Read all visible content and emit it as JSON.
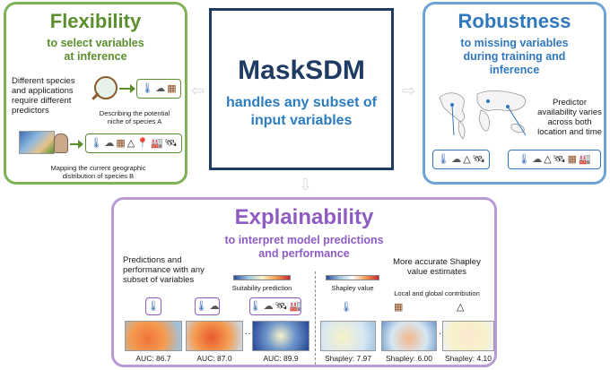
{
  "center": {
    "title": "MaskSDM",
    "subtitle_line1": "handles any subset of",
    "subtitle_line2": "input variables"
  },
  "flexibility": {
    "title": "Flexibility",
    "subtitle_line1": "to select variables",
    "subtitle_line2": "at inference",
    "left_text": [
      "Different species",
      "and applications",
      "require different",
      "predictors"
    ],
    "niche_caption_line1": "Describing the potential",
    "niche_caption_line2": "niche of species A",
    "map_caption_line1": "Mapping the current geographic",
    "map_caption_line2": "distribution of species B"
  },
  "robustness": {
    "title": "Robustness",
    "subtitle_line1": "to missing variables",
    "subtitle_line2": "during training and",
    "subtitle_line3": "inference",
    "text": [
      "Predictor",
      "availability varies",
      "across both",
      "location and time"
    ]
  },
  "explainability": {
    "title": "Explainability",
    "subtitle_line1": "to interpret model predictions",
    "subtitle_line2": "and performance",
    "left_text": [
      "Predictions and",
      "performance with any",
      "subset of variables"
    ],
    "suitability_label": "Suitability prediction",
    "shapley_label": "Shapley value",
    "right_text_line1": "More accurate Shapley",
    "right_text_line2": "value estimates",
    "contrib_label": "Local and global contribution",
    "ellipsis": "···",
    "auc": [
      "AUC: 86.7",
      "AUC: 87.0",
      "AUC: 89.9"
    ],
    "shapley": [
      "Shapley: 7.97",
      "Shapley: 6.00",
      "Shapley: 4.10"
    ]
  },
  "icons": {
    "thermometer": "🌡",
    "rain_cloud": "☁",
    "soil": "▦",
    "triangle": "△",
    "satellite": "🛰",
    "factory": "🏭",
    "pin": "📍",
    "magnifier": "🔍"
  },
  "colors": {
    "green": "#7db356",
    "blue": "#6ea3d8",
    "purple": "#b79ad6",
    "navy": "#1f3a63"
  }
}
